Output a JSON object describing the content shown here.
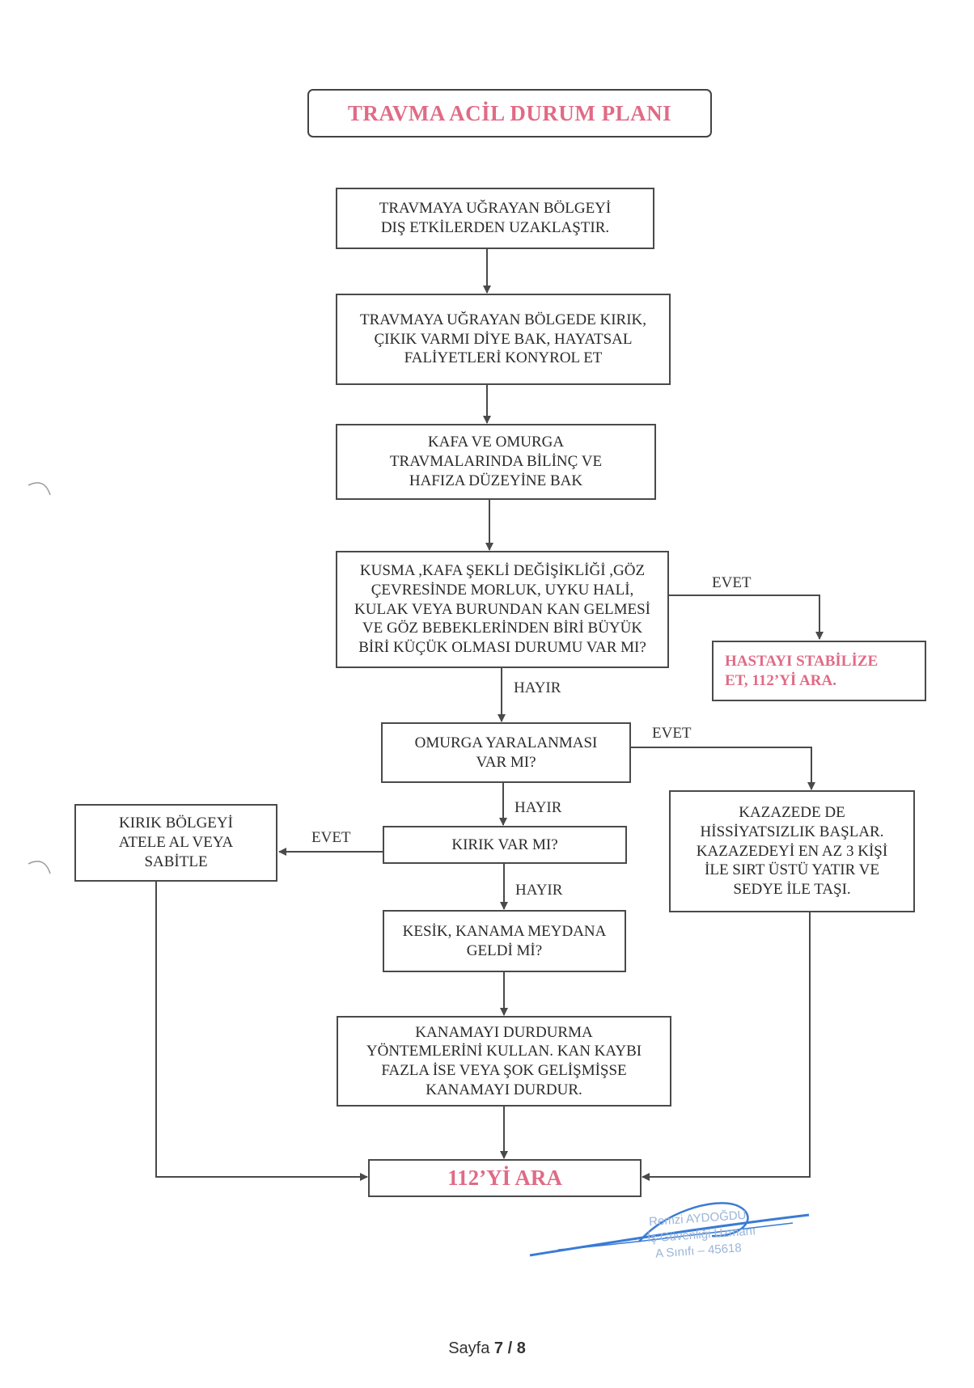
{
  "title": "TRAVMA ACİL DURUM PLANI",
  "steps": {
    "s1": [
      "TRAVMAYA UĞRAYAN BÖLGEYİ",
      "DIŞ ETKİLERDEN UZAKLAŞTIR."
    ],
    "s2": [
      "TRAVMAYA UĞRAYAN BÖLGEDE KIRIK,",
      "ÇIKIK VARMI DİYE BAK, HAYATSAL",
      "FALİYETLERİ KONYROL ET"
    ],
    "s3": [
      "KAFA VE OMURGA",
      "TRAVMALARINDA BİLİNÇ VE",
      "HAFIZA DÜZEYİNE BAK"
    ],
    "s4": [
      "KUSMA ,KAFA ŞEKLİ DEĞİŞİKLİĞİ ,GÖZ",
      "ÇEVRESİNDE MORLUK, UYKU HALİ,",
      "KULAK VEYA BURUNDAN KAN GELMESİ",
      "VE GÖZ BEBEKLERİNDEN BİRİ BÜYÜK",
      "BİRİ KÜÇÜK OLMASI DURUMU VAR MI?"
    ],
    "s_stabilize": [
      "HASTAYI STABİLİZE",
      "ET, 112’Yİ ARA."
    ],
    "s5": [
      "OMURGA YARALANMASI",
      "VAR MI?"
    ],
    "s_spine": [
      "KAZAZEDE DE",
      "HİSSİYATSIZLIK BAŞLAR.",
      "KAZAZEDEYİ EN AZ 3 KİŞİ",
      "İLE SIRT ÜSTÜ YATIR VE",
      "SEDYE İLE TAŞI."
    ],
    "s6": [
      "KIRIK VAR MI?"
    ],
    "s_fracture": [
      "KIRIK BÖLGEYİ",
      "ATELE AL VEYA",
      "SABİTLE"
    ],
    "s7": [
      "KESİK, KANAMA MEYDANA",
      "GELDİ Mİ?"
    ],
    "s8": [
      "KANAMAYI DURDURMA",
      "YÖNTEMLERİNİ KULLAN. KAN KAYBI",
      "FAZLA İSE VEYA ŞOK GELİŞMİŞSE",
      "KANAMAYI DURDUR."
    ],
    "s_call": [
      "112’Yİ ARA"
    ]
  },
  "labels": {
    "evet1": "EVET",
    "hayir1": "HAYIR",
    "evet2": "EVET",
    "hayir2": "HAYIR",
    "evet3": "EVET",
    "hayir3": "HAYIR"
  },
  "signature": {
    "name": "Remzi AYDOĞDU",
    "role": "İş Güvenliği Uzmanı",
    "class": "A Sınıfı – 45618"
  },
  "footer": {
    "prefix": "Sayfa ",
    "page": "7",
    "sep": " / ",
    "total": "8"
  },
  "colors": {
    "accent": "#e06b86",
    "line": "#4a4a4a",
    "signature": "#3a7bd5"
  }
}
